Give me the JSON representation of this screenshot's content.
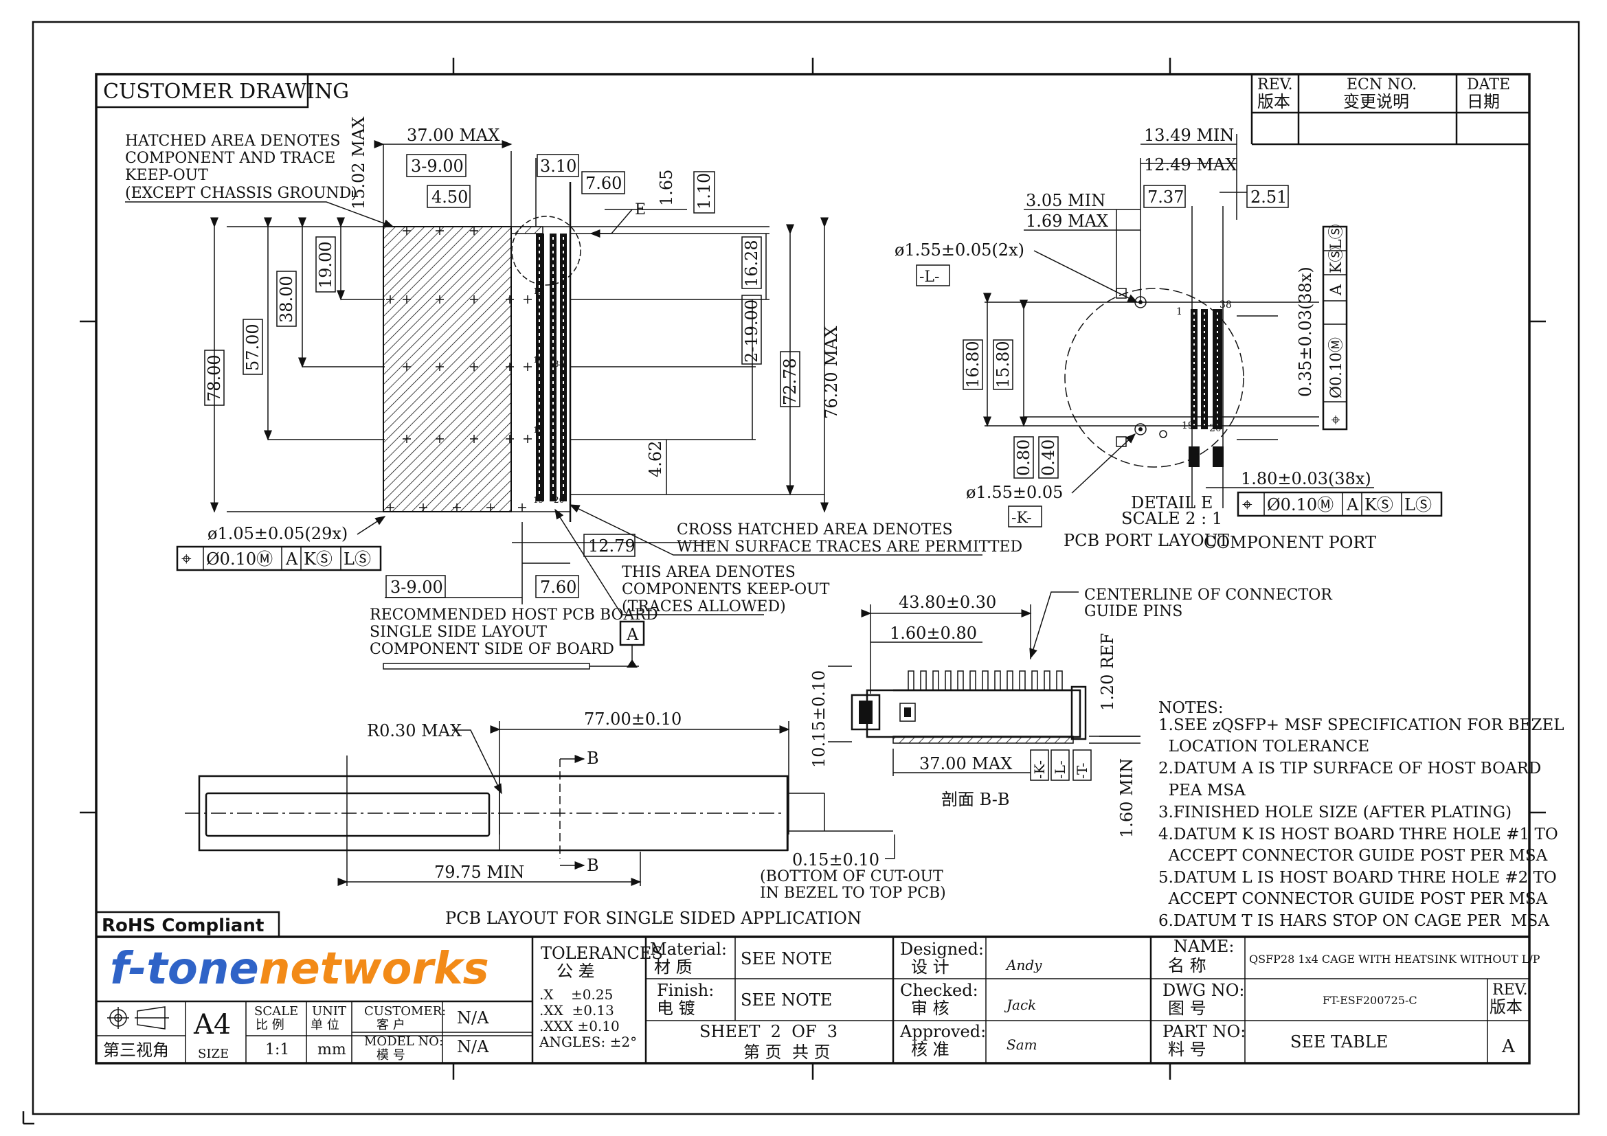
{
  "title_block": {
    "customer_drawing": "CUSTOMER DRAWING",
    "rohs": "RoHS Compliant",
    "brand": {
      "part1": "f-tone",
      "part2": "networks",
      "color1": "#2f63c7",
      "color2": "#f28a17"
    },
    "projection": "第三视角",
    "size_label": "SIZE",
    "size_value": "A4",
    "scale_label1": "SCALE",
    "scale_label2": "比 例",
    "scale_value": "1:1",
    "unit_label1": "UNIT",
    "unit_label2": "单 位",
    "unit_value": "mm",
    "customer_label1": "CUSTOMER:",
    "customer_label2": "客 户",
    "customer_value": "N/A",
    "model_label1": "MODEL NO:",
    "model_label2": "模 号",
    "model_value": "N/A",
    "tolerances_label": "TOLERANCES",
    "tolerances_cn": "公 差",
    "tol_x": ".X    ±0.25",
    "tol_xx": ".XX  ±0.13",
    "tol_xxx": ".XXX ±0.10",
    "tol_angles": "ANGLES: ±2°",
    "material_label": "Material:",
    "material_cn": "材 质",
    "material_value": "SEE NOTE",
    "finish_label": "Finish:",
    "finish_cn": "电 镀",
    "finish_value": "SEE NOTE",
    "sheet_text": "SHEET  2  OF  3",
    "sheet_cn": "第 页  共 页",
    "designed_label": "Designed:",
    "designed_cn": "设 计",
    "designed_value": "Andy",
    "checked_label": "Checked:",
    "checked_cn": "审 核",
    "checked_value": "Jack",
    "approved_label": "Approved:",
    "approved_cn": "核 准",
    "approved_value": "Sam",
    "name_label": "NAME:",
    "name_cn": "名 称",
    "name_value": "QSFP28 1x4 CAGE WITH HEATSINK WITHOUT L/P",
    "dwg_label": "DWG NO:",
    "dwg_cn": "图 号",
    "dwg_value": "FT-ESF200725-C",
    "part_label": "PART NO:",
    "part_cn": "料 号",
    "part_value": "SEE TABLE",
    "rev_label": "REV.",
    "rev_cn": "版本",
    "rev_value": "A"
  },
  "revision_table": {
    "rev": "REV.",
    "rev_cn": "版本",
    "ecn": "ECN NO.",
    "ecn_cn": "变更说明",
    "date": "DATE",
    "date_cn": "日期"
  },
  "left_view": {
    "hatched_note": [
      "HATCHED AREA DENOTES",
      "COMPONENT AND TRACE",
      "KEEP-OUT",
      "(EXCEPT CHASSIS GROUND)"
    ],
    "dim_37_max": "37.00 MAX",
    "dim_3_9": "3-9.00",
    "dim_3_10": "3.10",
    "dim_4_50": "4.50",
    "dim_7_60_top": "7.60",
    "dim_15_02": "15.02 MAX",
    "dim_1_65": "1.65",
    "dim_1_10": "1.10",
    "label_e": "E",
    "dim_19": "19.00",
    "dim_38": "38.00",
    "dim_57": "57.00",
    "dim_78": "78.00",
    "dim_16_28": "16.28",
    "dim_2_19": "2-19.00",
    "dim_72_78": "72.78",
    "dim_76_20": "76.20 MAX",
    "dim_4_62": "4.62",
    "hole_29": "ø1.05±0.05(29x)",
    "fcf_left": [
      "⌖",
      "Ø0.10Ⓜ",
      "A",
      "KⓈ",
      "LⓈ"
    ],
    "cross_note": [
      "CROSS HATCHED AREA DENOTES",
      "WHEN SURFACE TRACES ARE PERMITTED"
    ],
    "dim_12_79": "12.79",
    "dim_3_9_bottom": "3-9.00",
    "dim_7_60_bottom": "7.60",
    "keepout_note": [
      "THIS AREA DENOTES",
      "COMPONENTS KEEP-OUT",
      "(TRACES ALLOWED)"
    ],
    "datum_a": "A",
    "host_note": [
      "RECOMMENDED HOST PCB BOARD",
      "SINGLE SIDE LAYOUT",
      "COMPONENT SIDE OF BOARD"
    ],
    "pin_labels": [
      "1",
      "19",
      "20",
      "38"
    ]
  },
  "detail_view": {
    "dim_13_49": "13.49 MIN",
    "dim_12_49": "12.49 MAX",
    "dim_7_37": "7.37",
    "dim_2_51": "2.51",
    "dim_3_05": "3.05 MIN",
    "dim_1_69": "1.69 MAX",
    "hole_2x": "ø1.55±0.05(2x)",
    "datum_l": "-L-",
    "dim_16_80": "16.80",
    "dim_15_80": "15.80",
    "dim_0_80": "0.80",
    "dim_0_40": "0.40",
    "hole_k": "ø1.55±0.05",
    "datum_k": "-K-",
    "pad_note": "0.35±0.03(38x)",
    "fcf_pad": [
      "⌖",
      "Ø0.10Ⓜ",
      "A",
      "KⓈ",
      "LⓈ"
    ],
    "pitch_note": "1.80±0.03(38x)",
    "fcf_pitch": [
      "⌖",
      "Ø0.10Ⓜ",
      "A",
      "KⓈ",
      "LⓈ"
    ],
    "detail_label": "DETAIL E",
    "detail_scale": "SCALE 2 : 1",
    "pcb_port": "PCB PORT LAYOUT",
    "component_port": "COMPONENT PORT",
    "pin_labels": [
      "1",
      "19",
      "20",
      "38"
    ]
  },
  "section_view": {
    "dim_43_80": "43.80±0.30",
    "dim_1_60": "1.60±0.80",
    "centerline_note": [
      "CENTERLINE OF CONNECTOR",
      "GUIDE PINS"
    ],
    "dim_1_20_ref": "1.20 REF",
    "dim_10_15": "10.15±0.10",
    "dim_37_max": "37.00 MAX",
    "datums": [
      "-K-",
      "-L-",
      "-T-"
    ],
    "section_label": "剖面  B-B",
    "dim_1_60_max": "1.60 MIN"
  },
  "bezel_view": {
    "r_note": "R0.30 MAX",
    "dim_77": "77.00±0.10",
    "section_b": "B",
    "dim_79_75": "79.75 MIN",
    "dim_0_15": "0.15±0.10",
    "bezel_note": [
      "(BOTTOM OF CUT-OUT",
      "IN BEZEL TO TOP PCB)"
    ],
    "caption": "PCB LAYOUT FOR SINGLE SIDED APPLICATION"
  },
  "notes": {
    "heading": "NOTES:",
    "lines": [
      "1.SEE zQSFP+ MSF SPECIFICATION FOR BEZEL",
      "  LOCATION TOLERANCE",
      "2.DATUM A IS TIP SURFACE OF HOST BOARD",
      "  PEA MSA",
      "3.FINISHED HOLE SIZE (AFTER PLATING)",
      "4.DATUM K IS HOST BOARD THRE HOLE #1 TO",
      "  ACCEPT CONNECTOR GUIDE POST PER MSA",
      "5.DATUM L IS HOST BOARD THRE HOLE #2 TO",
      "  ACCEPT CONNECTOR GUIDE POST PER MSA",
      "6.DATUM T IS HARS STOP ON CAGE PER  MSA"
    ]
  }
}
